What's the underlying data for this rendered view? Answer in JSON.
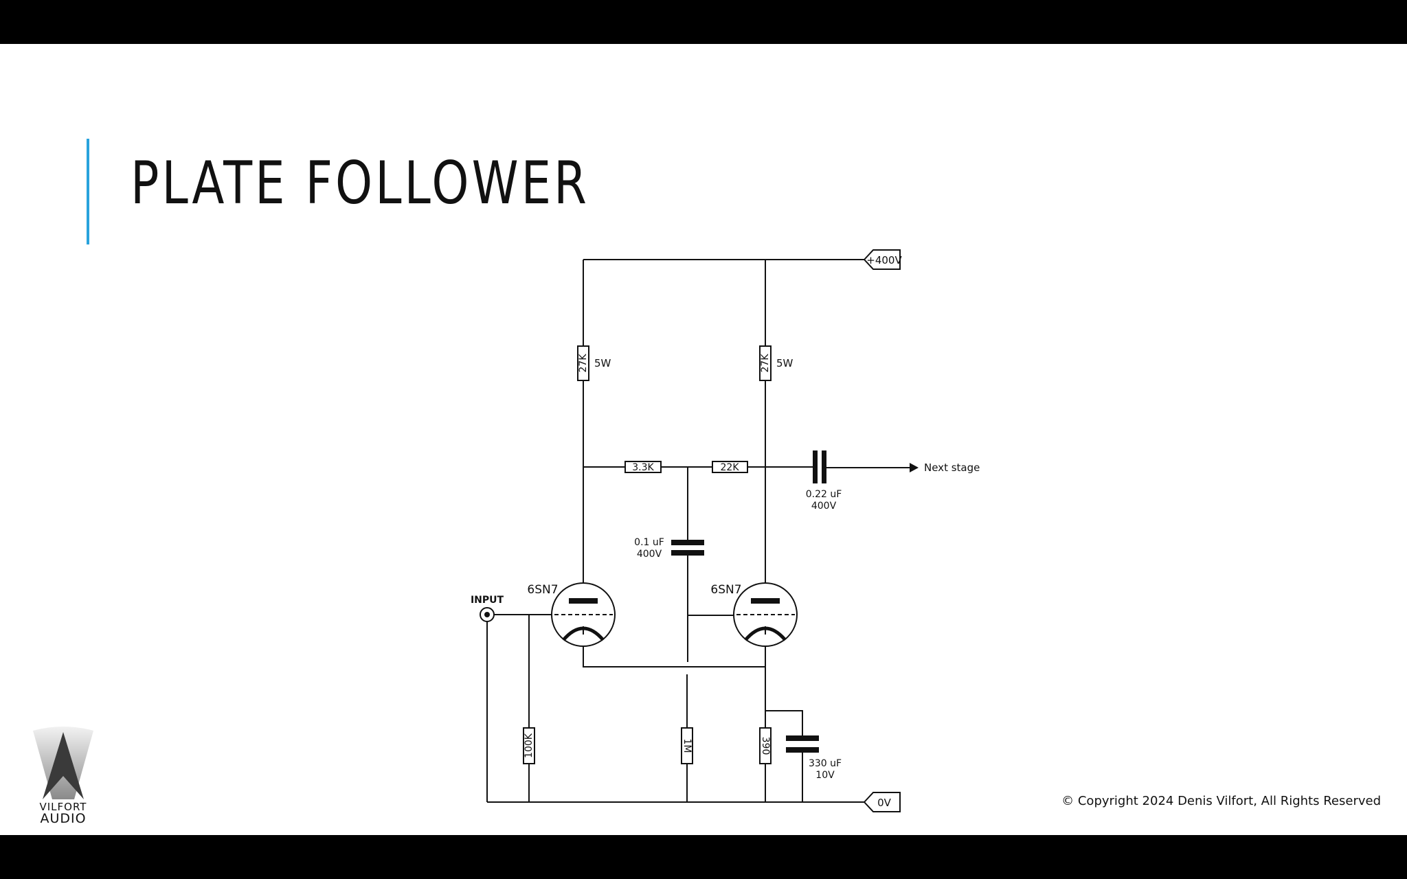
{
  "slide": {
    "title": "PLATE FOLLOWER",
    "accent_color": "#29a3dd",
    "copyright": "© Copyright 2024 Denis Vilfort, All Rights Reserved"
  },
  "logo": {
    "line1": "VILFORT",
    "line2": "AUDIO"
  },
  "schematic": {
    "rails": {
      "positive": "+400V",
      "ground": "0V"
    },
    "input_label": "INPUT",
    "output_label": "Next stage",
    "tubes": [
      {
        "label": "6SN7"
      },
      {
        "label": "6SN7"
      }
    ],
    "resistors": {
      "plate_left": "27K",
      "plate_left_rating": "5W",
      "plate_right": "27K",
      "plate_right_rating": "5W",
      "feedback_a": "3.3K",
      "feedback_b": "22K",
      "grid_left": "100K",
      "grid_right": "1M",
      "cathode": "390"
    },
    "capacitors": {
      "output_value": "0.22 uF",
      "output_voltage": "400V",
      "bypass_value": "0.1 uF",
      "bypass_voltage": "400V",
      "cathode_value": "330 uF",
      "cathode_voltage": "10V"
    }
  }
}
